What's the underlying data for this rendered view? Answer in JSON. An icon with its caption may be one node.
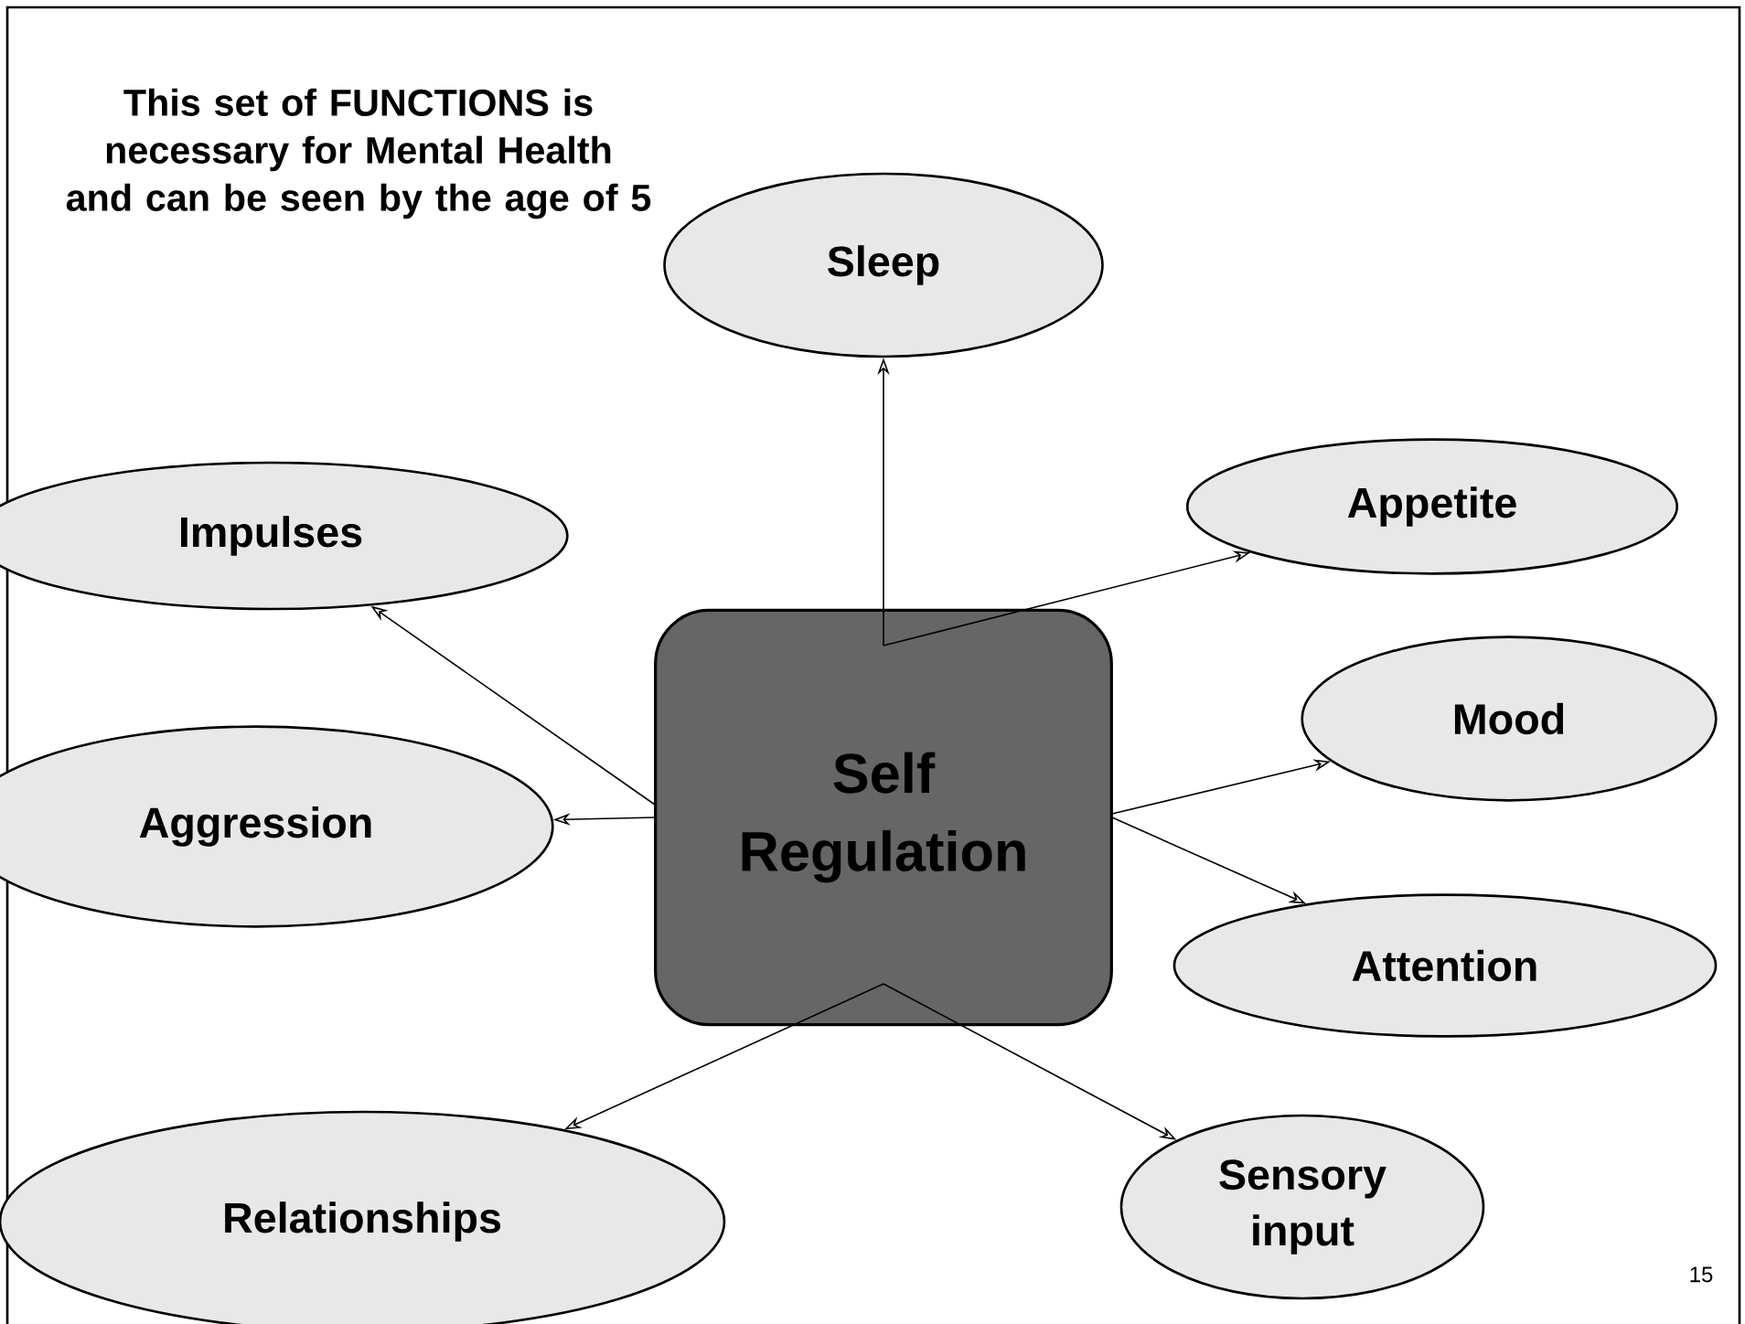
{
  "diagram": {
    "title": "This set of FUNCTIONS is necessary for Mental Health and can be seen by the age of 5",
    "nodes": [
      {
        "text": [
          "Self Regulation"
        ]
      },
      {
        "text": [
          "Sleep"
        ]
      },
      {
        "text": [
          "Impulses"
        ]
      },
      {
        "text": [
          "Appetite"
        ]
      },
      {
        "text": [
          "Aggression"
        ]
      },
      {
        "text": [
          "Mood"
        ]
      },
      {
        "text": [
          "Attention"
        ]
      },
      {
        "text": [
          "Relationships"
        ]
      },
      {
        "text": [
          "Sensory input"
        ]
      }
    ],
    "edges": [
      {
        "from": 0,
        "to": 1,
        "arrow": "to"
      },
      {
        "from": 0,
        "to": 2,
        "arrow": "to"
      },
      {
        "from": 0,
        "to": 3,
        "arrow": "to"
      },
      {
        "from": 0,
        "to": 4,
        "arrow": "to"
      },
      {
        "from": 0,
        "to": 5,
        "arrow": "to"
      },
      {
        "from": 0,
        "to": 6,
        "arrow": "to"
      },
      {
        "from": 0,
        "to": 7,
        "arrow": "to"
      },
      {
        "from": 0,
        "to": 8,
        "arrow": "to"
      }
    ],
    "labels": [
      "15"
    ]
  }
}
